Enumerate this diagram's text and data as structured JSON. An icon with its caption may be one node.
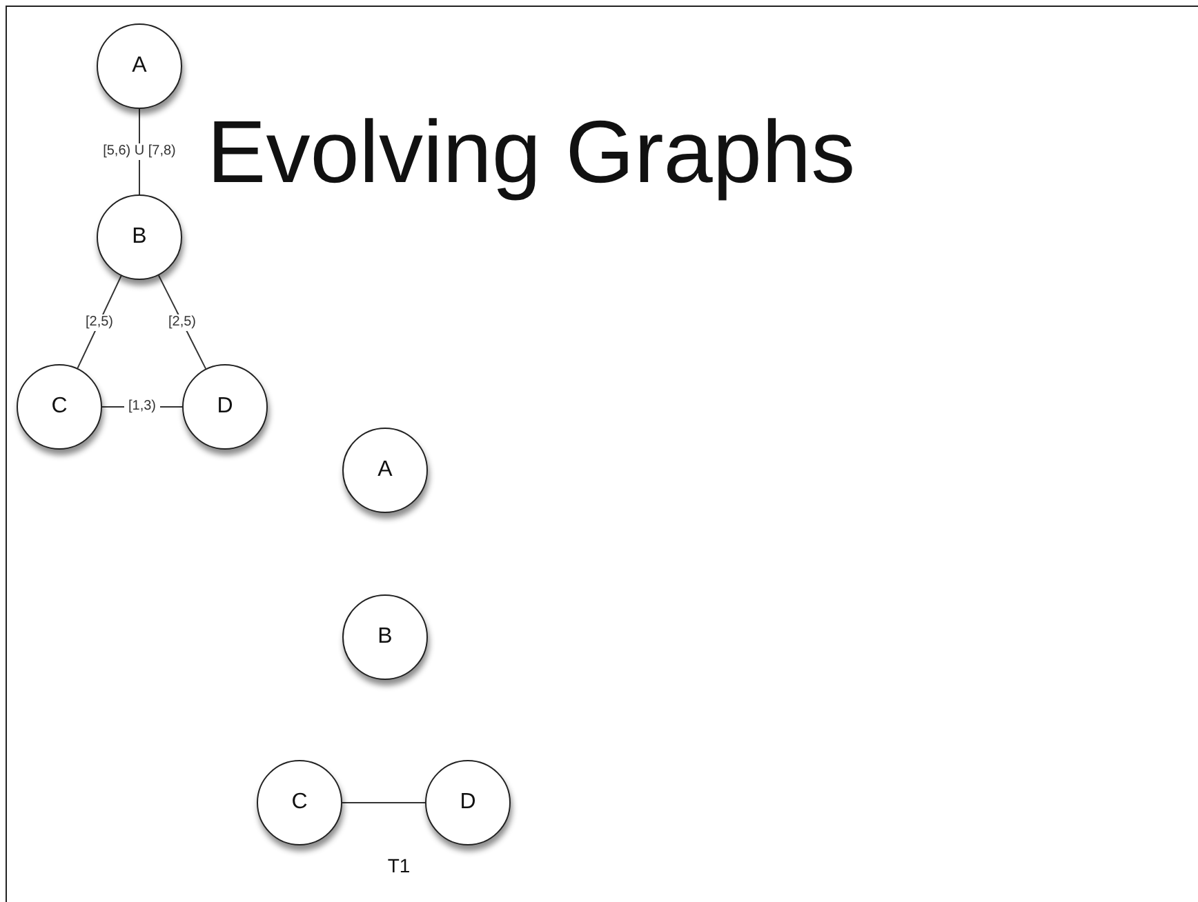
{
  "diagram": {
    "title": "Evolving Graphs",
    "nodes": [
      {
        "text": [
          "A"
        ]
      },
      {
        "text": [
          "B"
        ]
      },
      {
        "text": [
          "C"
        ]
      },
      {
        "text": [
          "D"
        ]
      },
      {
        "text": [
          "A"
        ]
      },
      {
        "text": [
          "B"
        ]
      },
      {
        "text": [
          "C"
        ]
      },
      {
        "text": [
          "D"
        ]
      }
    ],
    "edges": [
      {
        "from": 0,
        "to": 1,
        "arrow": "none",
        "label": "[5,6) U [7,8)"
      },
      {
        "from": 1,
        "to": 2,
        "arrow": "none",
        "label": "[2,5)"
      },
      {
        "from": 1,
        "to": 3,
        "arrow": "none",
        "label": "[2,5)"
      },
      {
        "from": 2,
        "to": 3,
        "arrow": "none",
        "label": "[1,3)"
      },
      {
        "from": 6,
        "to": 7,
        "arrow": "none"
      }
    ],
    "labels": [
      "T1"
    ]
  }
}
